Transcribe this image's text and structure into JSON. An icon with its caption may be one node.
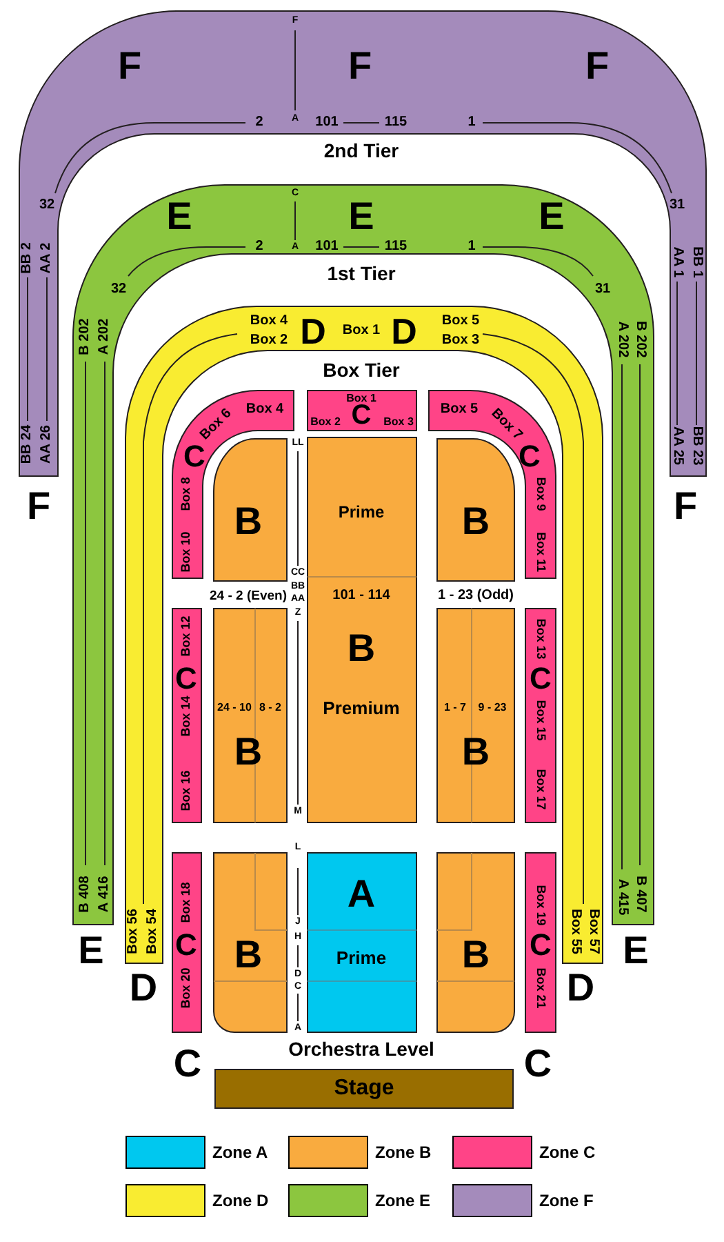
{
  "diagram": {
    "nodes": [
      {
        "text": [
          "F",
          "F",
          "F",
          "F",
          "A",
          "2",
          "101",
          "115",
          "1",
          "32",
          "31",
          "BB 2",
          "AA 2",
          "BB 24",
          "AA 26",
          "BB 1",
          "AA 1",
          "BB 23",
          "AA 25"
        ],
        "beside": [
          "F",
          "F"
        ]
      },
      {
        "text": [
          "E",
          "E",
          "E",
          "C",
          "A",
          "2",
          "101",
          "115",
          "1",
          "32",
          "31",
          "B 202",
          "A 202",
          "B 408",
          "A 416",
          "A 202",
          "B 202",
          "A 415",
          "B 407"
        ],
        "beside": [
          "E",
          "E"
        ]
      },
      {
        "text": [
          "Box 4",
          "Box 2",
          "D",
          "Box 1",
          "D",
          "Box 5",
          "Box 3",
          "Box 56",
          "Box 54",
          "Box 57",
          "Box 55"
        ],
        "beside": [
          "D",
          "D"
        ]
      },
      {
        "text": [
          "Box 4",
          "Box 6",
          "C",
          "Box 8",
          "Box 10"
        ]
      },
      {
        "text": [
          "Box 1",
          "C",
          "Box 2",
          "Box 3"
        ]
      },
      {
        "text": [
          "Box 5",
          "Box 7",
          "C",
          "Box 9",
          "Box 11"
        ]
      },
      {
        "text": [
          "B"
        ]
      },
      {
        "text": [
          "Prime",
          "101 - 114",
          "B",
          "Premium"
        ]
      },
      {
        "text": [
          "B"
        ]
      },
      {
        "text": [
          "Box 12",
          "C",
          "Box 14",
          "Box 16"
        ]
      },
      {
        "text": [
          "24 - 10",
          "8 - 2",
          "B"
        ],
        "beside": [
          "24 - 2 (Even)"
        ]
      },
      {
        "text": [
          "1 - 7",
          "9 - 23",
          "B"
        ],
        "beside": [
          "1 - 23 (Odd)"
        ]
      },
      {
        "text": [
          "Box 13",
          "C",
          "Box 15",
          "Box 17"
        ]
      },
      {
        "text": [
          "Box 18",
          "C",
          "Box 20"
        ],
        "beside": [
          "C"
        ]
      },
      {
        "text": [
          "B"
        ]
      },
      {
        "text": [
          "A",
          "Prime"
        ]
      },
      {
        "text": [
          "B"
        ]
      },
      {
        "text": [
          "Box 19",
          "C",
          "Box 21"
        ],
        "beside": [
          "C"
        ]
      },
      {
        "text": [
          "Stage"
        ]
      }
    ],
    "labels": [
      "2nd Tier",
      "1st Tier",
      "Box Tier",
      "LL",
      "CC",
      "BB",
      "AA",
      "Z",
      "M",
      "L",
      "J",
      "H",
      "D",
      "C",
      "A",
      "Orchestra Level"
    ],
    "legend": [
      {
        "text": "Zone A",
        "color": "#00c8ef"
      },
      {
        "text": "Zone B",
        "color": "#f9ab3f"
      },
      {
        "text": "Zone C",
        "color": "#ff4487"
      },
      {
        "text": "Zone D",
        "color": "#f9ec31"
      },
      {
        "text": "Zone E",
        "color": "#8cc63f"
      },
      {
        "text": "Zone F",
        "color": "#a48bbb"
      }
    ]
  }
}
